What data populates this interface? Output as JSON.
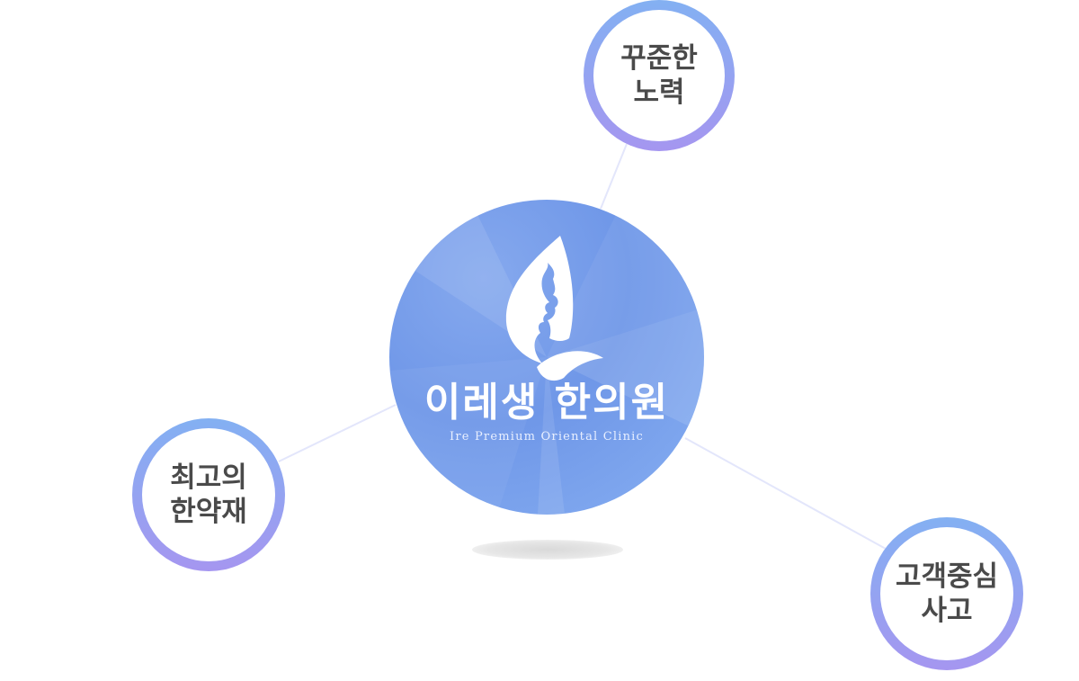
{
  "brand": {
    "name": "이레생 한의원",
    "subtitle": "Ire Premium Oriental Clinic"
  },
  "values": [
    {
      "id": "effort",
      "label": "꾸준한\n노력"
    },
    {
      "id": "herbs",
      "label": "최고의\n한약재"
    },
    {
      "id": "customer",
      "label": "고객중심\n사고"
    }
  ],
  "colors": {
    "orb": "#7199e9",
    "ring_top": "#83b0f2",
    "ring_bottom": "#a596f0",
    "connector": "#e3e6fb",
    "label": "#4a4a4a"
  }
}
